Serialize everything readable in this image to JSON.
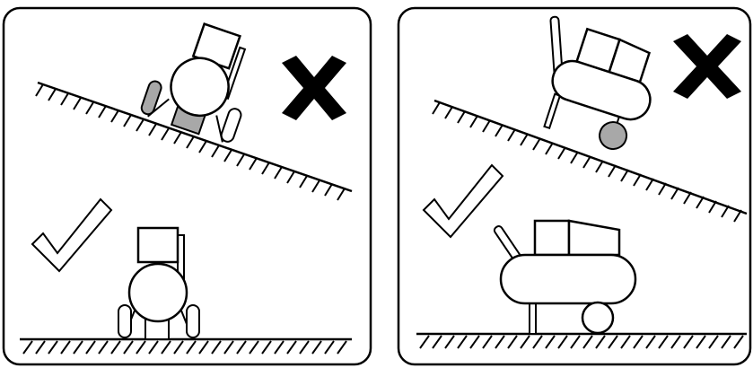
{
  "panels": [
    {
      "id": "front-view",
      "subject": "air-compressor-front-view",
      "scenes": [
        {
          "position": "slope",
          "verdict": "incorrect",
          "mark_icon": "cross-icon"
        },
        {
          "position": "level-ground",
          "verdict": "correct",
          "mark_icon": "check-icon"
        }
      ]
    },
    {
      "id": "side-view",
      "subject": "air-compressor-side-view",
      "scenes": [
        {
          "position": "slope",
          "verdict": "incorrect",
          "mark_icon": "cross-icon"
        },
        {
          "position": "level-ground",
          "verdict": "correct",
          "mark_icon": "check-icon"
        }
      ]
    }
  ],
  "colors": {
    "stroke": "#000000",
    "fill": "#ffffff",
    "wheel_highlight": "#a8a8a8"
  }
}
